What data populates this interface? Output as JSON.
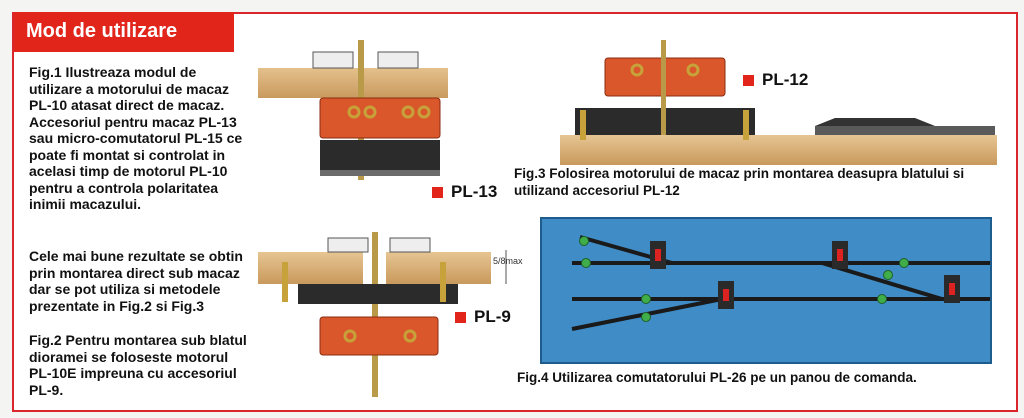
{
  "header": {
    "title": "Mod de utilizare"
  },
  "text": {
    "fig1": "Fig.1 Ilustreaza modul de utilizare a motorului de macaz PL-10 atasat direct de macaz. Accesoriul pentru macaz PL-13 sau micro-comutatorul PL-15 ce poate fi montat si controlat in acelasi timp de motorul PL-10 pentru a controla polaritatea inimii macazului.",
    "best": "Cele mai bune rezultate se obtin prin montarea direct sub macaz dar se pot utiliza si metodele prezentate in  Fig.2 si Fig.3",
    "fig2": "Fig.2 Pentru montarea sub blatul dioramei se foloseste motorul PL-10E impreuna cu accesoriul PL-9."
  },
  "captions": {
    "fig3": "Fig.3  Folosirea motorului de macaz prin montarea deasupra blatului si utilizand accesoriul PL-12",
    "fig4": "Fig.4  Utilizarea comutatorului PL-26 pe un panou de comanda."
  },
  "labels": {
    "pl13": "PL-13",
    "pl12": "PL-12",
    "pl9": "PL-9",
    "dim_top": "5",
    "dim_bottom": "8",
    "dim_unit": "max"
  },
  "colors": {
    "accent_red": "#e1251b",
    "wood": "#d8b07a",
    "motor_orange": "#d9572a",
    "panel_blue": "#3f8cc6",
    "lamp_green": "#3fae4a"
  }
}
